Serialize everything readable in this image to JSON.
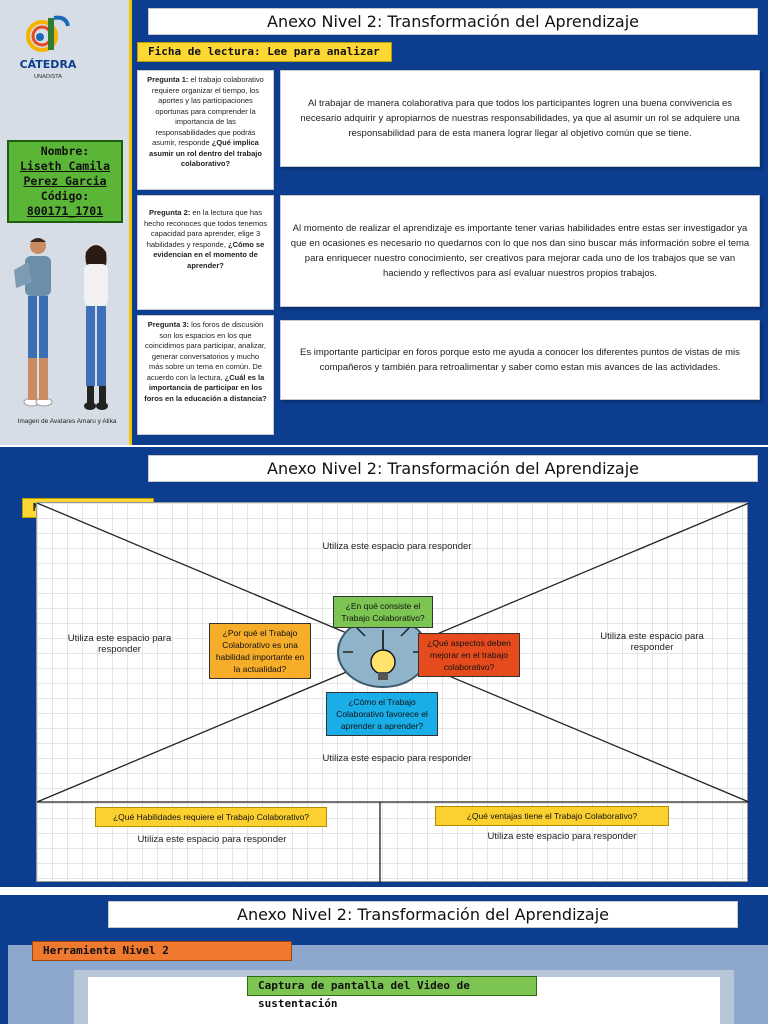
{
  "annex_title": "Anexo Nivel 2: Transformación del Aprendizaje",
  "sidebar": {
    "logo_text": "CÁTEDRA",
    "logo_subtext": "UNADISTA",
    "name_label": "Nombre:",
    "name_line1": "Liseth Camila",
    "name_line2": "Perez Garcia",
    "code_label": "Código:",
    "code_value": "800171_1701",
    "caption": "Imagen de Avatares Amaru y Alika"
  },
  "section1": {
    "tag": "Ficha de lectura: Lee para analizar",
    "questions": [
      {
        "label": "Pregunta 1:",
        "text": " el trabajo colaborativo requiere organizar el tiempo, los aportes y las participaciones oportunas para comprender la importancia de las responsabilidades que podrás asumir, responde ",
        "bold": "¿Qué implica asumir un rol dentro del trabajo colaborativo?",
        "answer": "Al trabajar de manera colaborativa para que todos los participantes logren una buena convivencia es necesario adquirir y apropiarnos de nuestras responsabilidades, ya que al asumir un rol se adquiere una responsabilidad para de esta manera lograr llegar al objetivo común que se tiene."
      },
      {
        "label": "Pregunta 2:",
        "text": " en la lectura que has hecho reconoces que todos tenemos capacidad para aprender, elige 3 habilidades y responde, ",
        "bold": "¿Cómo se evidencian en el momento de aprender?",
        "answer": "Al momento de realizar el aprendizaje es importante tener varias habilidades entre estas ser investigador ya que en ocasiones es necesario no quedarnos con lo que nos dan sino buscar más información sobre el tema para enriquecer nuestro conocimiento, ser creativos para mejorar cada uno de los trabajos que se van haciendo y reflectivos para así evaluar nuestros propios trabajos."
      },
      {
        "label": "Pregunta 3:",
        "text": " los foros de discusión son los espacios en los que coincidimos para participar, analizar, generar conversatorios y mucho más sobre un tema en común. De acuerdo con la lectura, ",
        "bold": "¿Cuál es la importancia de participar en los foros en la educación a distancia?",
        "answer": "Es importante participar en foros porque esto me ayuda a conocer los diferentes puntos de vistas de mis compañeros y también para retroalimentar y saber como estan mis avances de las actividades."
      }
    ]
  },
  "section2": {
    "tag": "Mapa de empatía",
    "placeholder": "Utiliza este espacio para responder",
    "q_center_top": "¿En qué consiste el Trabajo Colaborativo?",
    "q_left": "¿Por qué el Trabajo Colaborativo es una habilidad importante en la actualidad?",
    "q_right": "¿Qué aspectos deben mejorar en el trabajo colaborativo?",
    "q_center_bottom": "¿Cómo el Trabajo Colaborativo favorece el aprender a aprender?",
    "q_bottom_left": "¿Qué Habilidades requiere el Trabajo Colaborativo?",
    "q_bottom_right": "¿Qué ventajas tiene el Trabajo Colaborativo?"
  },
  "section3": {
    "tag": "Herramienta Nivel 2",
    "subtag": "Captura de pantalla del Video de sustentación"
  },
  "colors": {
    "background_blue": "#0c3d8f",
    "sidebar_gray": "#d7dde6",
    "accent_yellow": "#fdd835",
    "name_green": "#5bb536"
  }
}
